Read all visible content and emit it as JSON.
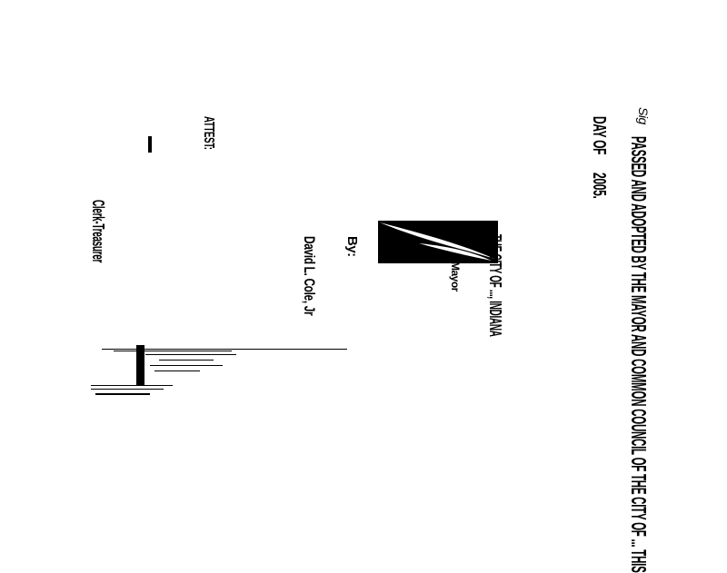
{
  "document": {
    "signature_mark": "Sig",
    "resolution_text": "PASSED AND ADOPTED BY THE MAYOR AND COMMON COUNCIL OF THE CITY OF ... THIS",
    "day_of_label": "DAY OF",
    "year_text": "2005.",
    "city_line": "THE CITY OF ..., INDIANA",
    "mayor_label": "Mayor",
    "by_label": "By:",
    "signer_name": "David L. Cole, Jr",
    "attest_label": "ATTEST:",
    "clerk_label": "Clerk-Treasurer"
  }
}
